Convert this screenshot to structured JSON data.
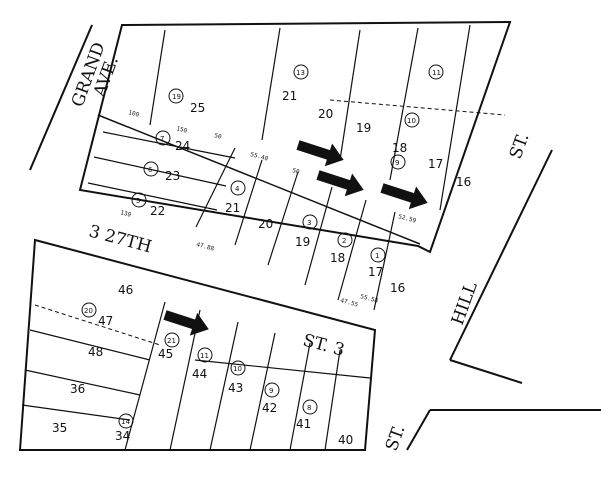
{
  "streets": {
    "grand": "GRAND",
    "ave": "AVE.",
    "twenty_seventh": "3 27TH",
    "st3": "ST. 3",
    "hill": "HILL",
    "st_right": "ST.",
    "st_bottom": "ST."
  },
  "upper_block": {
    "left_lots": [
      "25",
      "24",
      "23",
      "22"
    ],
    "left_parcels": [
      "19",
      "7",
      "6",
      "5"
    ],
    "mid_lots": [
      "21",
      "20",
      "19",
      "18",
      "17",
      "16"
    ],
    "mid_parcels": [
      "4",
      "3",
      "2",
      "1"
    ],
    "top_lots": [
      "21",
      "20",
      "19",
      "18",
      "17",
      "16"
    ],
    "top_parcels": [
      "13",
      "11",
      "10",
      "9"
    ]
  },
  "lower_block": {
    "lots": [
      "46",
      "47",
      "48",
      "36",
      "35",
      "45",
      "44",
      "43",
      "42",
      "41",
      "40",
      "34"
    ],
    "parcels": [
      "20",
      "21",
      "11",
      "10",
      "9",
      "8",
      "14"
    ]
  },
  "dimensions": [
    "150",
    "50",
    "100",
    "55.40",
    "47.88",
    "47.55",
    "130",
    "50",
    "52.59",
    "55.58"
  ]
}
